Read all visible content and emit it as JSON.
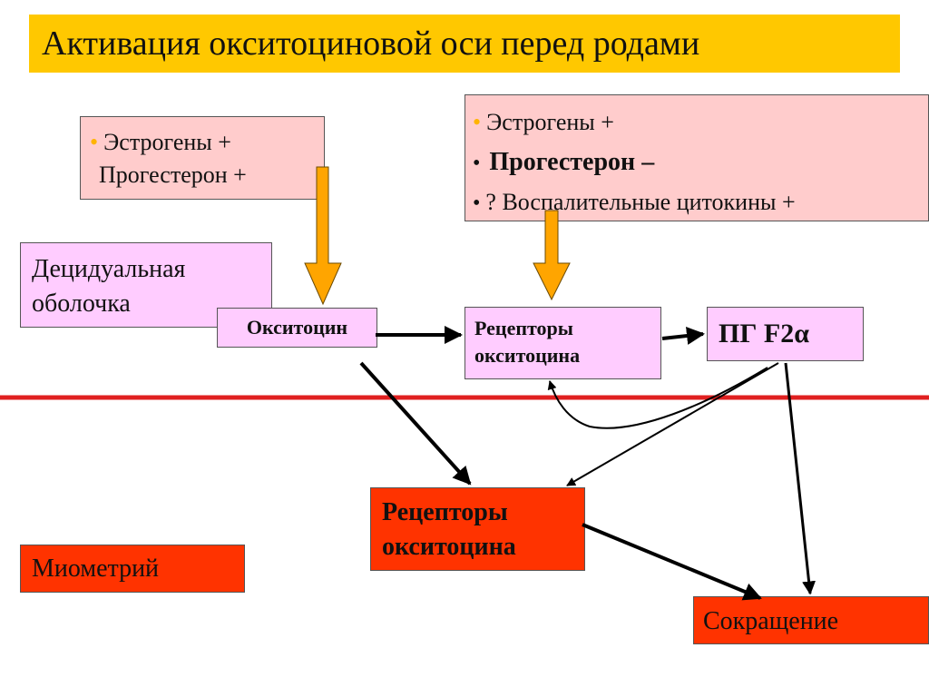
{
  "title": "Активация окситоциновой оси перед родами",
  "box_left_hormones": {
    "line1": "Эстрогены +",
    "line2": "Прогестерон +"
  },
  "box_right_hormones": {
    "line1": "Эстрогены +",
    "line2": "Прогестерон –",
    "line3": "? Воспалительные цитокины +"
  },
  "decidua_label": "Децидуальная оболочка",
  "oxytocin_label": "Окситоцин",
  "receptors_upper_label": "Рецепторы окситоцина",
  "pgf2a_label": "ПГ F2α",
  "receptors_lower_label": "Рецепторы окситоцина",
  "myometrium_label": "Миометрий",
  "contraction_label": "Сокращение",
  "colors": {
    "title_bg": "#ffc800",
    "pink": "#ffcccc",
    "violet": "#ffccff",
    "red": "#ff3300",
    "orange_arrow": "#ffa500",
    "divider": "#e02020"
  }
}
